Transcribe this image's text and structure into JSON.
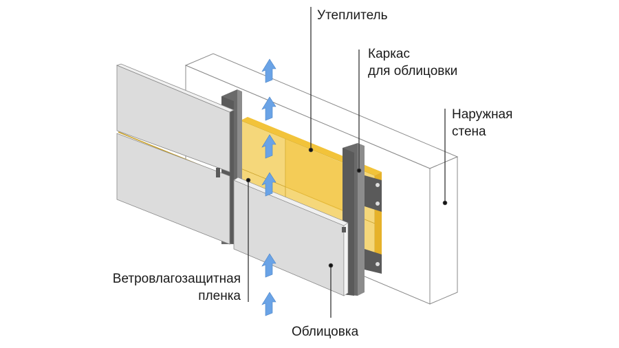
{
  "labels": {
    "insulation": "Утеплитель",
    "frame_line1": "Каркас",
    "frame_line2": "для облицовки",
    "wall_line1": "Наружная",
    "wall_line2": "стена",
    "membrane_line1": "Ветровлагозащитная",
    "membrane_line2": "пленка",
    "cladding": "Облицовка"
  },
  "colors": {
    "insulation": "#f2c33a",
    "insulation_light": "#f5d77a",
    "panel": "#dcdcdc",
    "metal_dark": "#5f5f5f",
    "metal_mid": "#7d7d7d",
    "airflow_arrow": "#6aa3e6",
    "leader_line": "#333333"
  },
  "icons": {
    "airflow": "up-arrow-icon"
  }
}
